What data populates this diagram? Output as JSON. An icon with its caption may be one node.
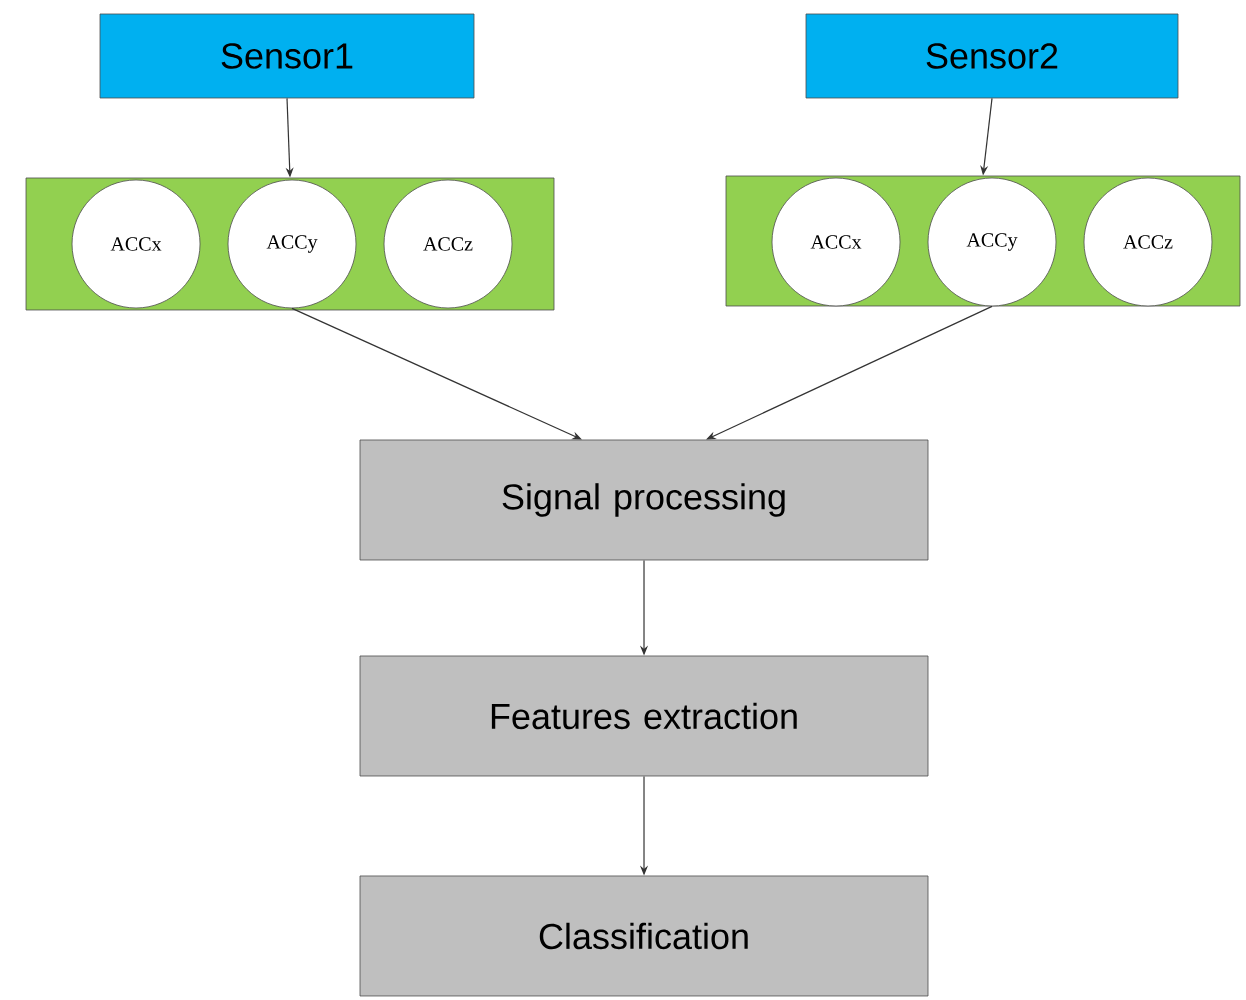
{
  "diagram": {
    "nodes": [
      {
        "text": [
          "Sensor1"
        ]
      },
      {
        "text": [],
        "shape": "box"
      },
      {
        "text": [
          "ACCx"
        ],
        "in": 1
      },
      {
        "text": [
          "ACCy"
        ],
        "in": 1
      },
      {
        "text": [
          "ACCz"
        ],
        "in": 1
      },
      {
        "text": [
          "Sensor2"
        ]
      },
      {
        "text": [],
        "shape": "box"
      },
      {
        "text": [
          "ACCx"
        ],
        "in": 6
      },
      {
        "text": [
          "ACCy"
        ],
        "in": 6
      },
      {
        "text": [
          "ACCz"
        ],
        "in": 6
      },
      {
        "text": [
          "Signal processing"
        ]
      },
      {
        "text": [
          "Features extraction"
        ]
      },
      {
        "text": [
          "Classification"
        ]
      }
    ],
    "edges": [
      {
        "from": 0,
        "to": 1,
        "arrow": "to"
      },
      {
        "from": 5,
        "to": 6,
        "arrow": "to"
      },
      {
        "from": 3,
        "to": 10,
        "arrow": "to"
      },
      {
        "from": 8,
        "to": 10,
        "arrow": "to"
      },
      {
        "from": 10,
        "to": 11,
        "arrow": "to"
      },
      {
        "from": 11,
        "to": 12,
        "arrow": "to"
      }
    ]
  }
}
